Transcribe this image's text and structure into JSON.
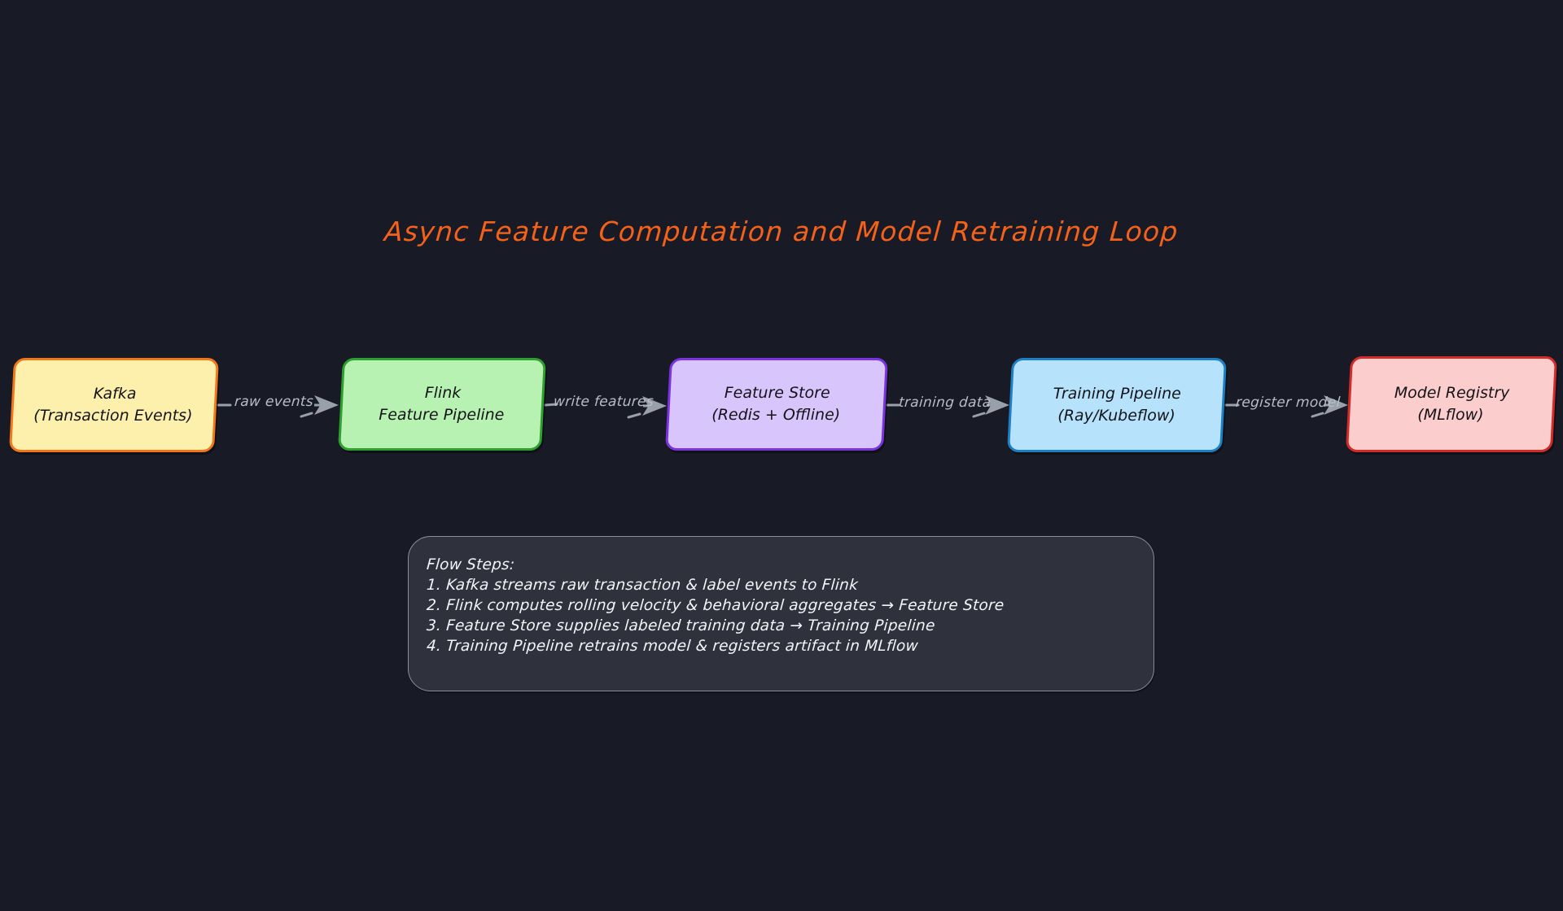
{
  "diagram": {
    "title": "Async Feature Computation and Model Retraining Loop",
    "background_color": "#181b26",
    "title_color": "#f4611a"
  },
  "nodes": [
    {
      "id": "kafka",
      "line1": "Kafka",
      "line2": "(Transaction Events)",
      "fill": "#fdf0ad",
      "stroke": "#f4761a"
    },
    {
      "id": "flink",
      "line1": "Flink",
      "line2": "Feature Pipeline",
      "fill": "#b8f2b2",
      "stroke": "#2fa02f"
    },
    {
      "id": "feature-store",
      "line1": "Feature Store",
      "line2": "(Redis + Offline)",
      "fill": "#d8c5fb",
      "stroke": "#7b33e0"
    },
    {
      "id": "training",
      "line1": "Training Pipeline",
      "line2": "(Ray/Kubeflow)",
      "fill": "#b6e2fc",
      "stroke": "#1f7fc4"
    },
    {
      "id": "registry",
      "line1": "Model Registry",
      "line2": "(MLflow)",
      "fill": "#fbcdcd",
      "stroke": "#d32a2a"
    }
  ],
  "edges": [
    {
      "id": "raw-events",
      "label": "raw events",
      "from": "kafka",
      "to": "flink"
    },
    {
      "id": "write-features",
      "label": "write features",
      "from": "flink",
      "to": "feature-store"
    },
    {
      "id": "training-data",
      "label": "training data",
      "from": "feature-store",
      "to": "training"
    },
    {
      "id": "register-model",
      "label": "register model",
      "from": "training",
      "to": "registry"
    }
  ],
  "notes": {
    "heading": "Flow Steps:",
    "lines": [
      "1. Kafka streams raw transaction & label events to Flink",
      "2. Flink computes rolling velocity & behavioral aggregates → Feature Store",
      "3. Feature Store supplies labeled training data → Training Pipeline",
      "4. Training Pipeline retrains model & registers artifact in MLflow"
    ]
  }
}
